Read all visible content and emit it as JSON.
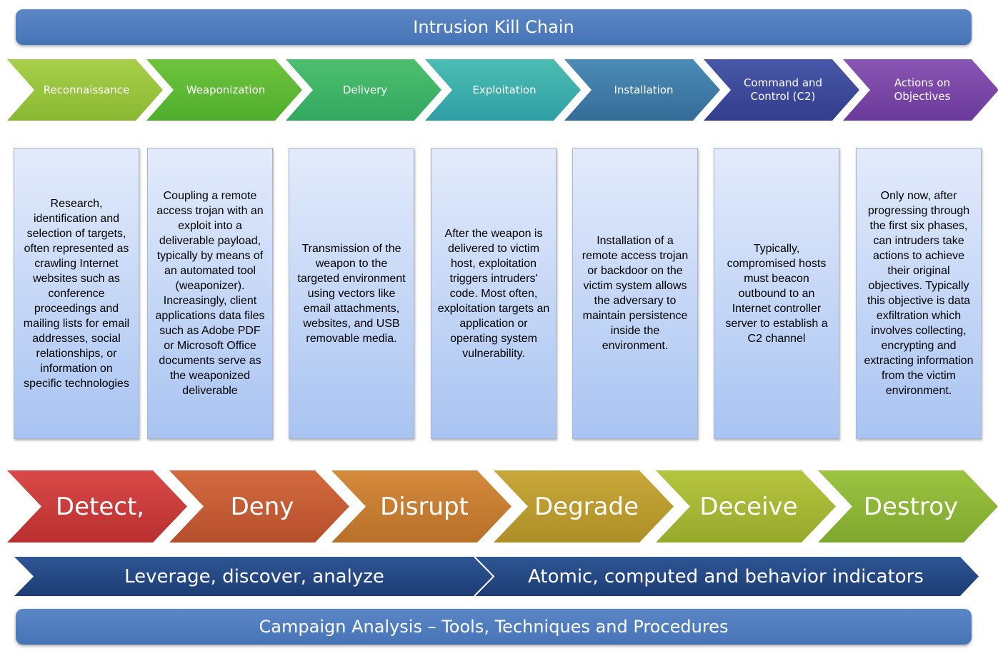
{
  "title": "Intrusion Kill Chain",
  "phases": [
    {
      "label": "Reconnaissance",
      "color_start": "#a8cf4a",
      "color_end": "#8ab832"
    },
    {
      "label": "Weaponization",
      "color_start": "#6ec43c",
      "color_end": "#4fae2e"
    },
    {
      "label": "Delivery",
      "color_start": "#4dbf6e",
      "color_end": "#33a860"
    },
    {
      "label": "Exploitation",
      "color_start": "#4cbdb2",
      "color_end": "#2f9fa6"
    },
    {
      "label": "Installation",
      "color_start": "#4b8cb6",
      "color_end": "#356c98"
    },
    {
      "label": "Command and\nControl (C2)",
      "color_start": "#4858a8",
      "color_end": "#333d8c"
    },
    {
      "label": "Actions on\nObjectives",
      "color_start": "#8a55b4",
      "color_end": "#6b3a9a"
    }
  ],
  "descriptions": [
    "Research, identification and selection of targets, often represented as crawling Internet websites such as conference proceedings and mailing lists for email addresses, social relationships, or information on specific technologies",
    "Coupling a remote access trojan with an exploit into a deliverable payload, typically by means of an automated tool (weaponizer). Increasingly, client applications data files such as Adobe PDF or Microsoft Office documents serve as the weaponized deliverable",
    "Transmission of the weapon to the targeted environment using vectors like email attachments, websites, and USB removable media.",
    "After the weapon is delivered to victim host, exploitation triggers intruders' code. Most often, exploitation targets an application or operating system vulnerability.",
    "Installation of a remote access trojan or backdoor on the victim system allows the adversary to maintain persistence inside the environment.",
    "Typically, compromised hosts must beacon outbound to an Internet controller server to establish a C2 channel",
    "Only now, after progressing through the first six phases, can intruders take actions to achieve their original objectives. Typically this objective is data exfiltration which involves collecting, encrypting and extracting information from the victim environment."
  ],
  "actions": [
    {
      "label": "Detect,",
      "color_start": "#d84a48",
      "color_end": "#b92f2f"
    },
    {
      "label": "Deny",
      "color_start": "#d36a3f",
      "color_end": "#b54f2c"
    },
    {
      "label": "Disrupt",
      "color_start": "#d48b3c",
      "color_end": "#b8702a"
    },
    {
      "label": "Degrade",
      "color_start": "#c8a83a",
      "color_end": "#ad8f26"
    },
    {
      "label": "Deceive",
      "color_start": "#b5c53e",
      "color_end": "#97a92c"
    },
    {
      "label": "Destroy",
      "color_start": "#9cc442",
      "color_end": "#7ea82e"
    }
  ],
  "strip": {
    "left": "Leverage, discover, analyze",
    "right": "Atomic, computed and behavior indicators"
  },
  "footer": "Campaign Analysis – Tools, Techniques and Procedures"
}
